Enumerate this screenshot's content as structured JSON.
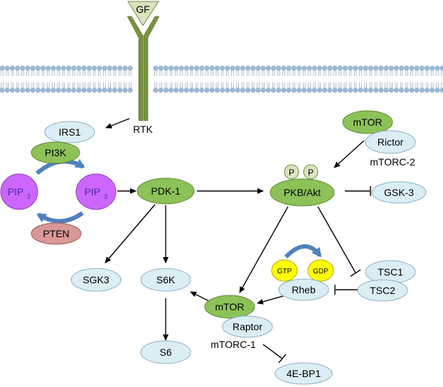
{
  "membrane": {
    "receptor_label": "RTK",
    "ligand_label": "GF"
  },
  "nodes": {
    "irs1": "IRS1",
    "pi3k": "PI3K",
    "pip2_main": "PIP",
    "pip2_sub": "2",
    "pip3_main": "PIP",
    "pip3_sub": "3",
    "pten": "PTEN",
    "pdk1": "PDK-1",
    "pkb_akt": "PKB/Akt",
    "phospho_1": "P",
    "phospho_2": "P",
    "mtor_c2": "mTOR",
    "rictor": "Rictor",
    "mtorc2_label": "mTORC-2",
    "gsk3": "GSK-3",
    "sgk3": "SGK3",
    "s6k": "S6K",
    "s6": "S6",
    "gtp": "GTP",
    "gdp": "GDP",
    "rheb": "Rheb",
    "tsc1": "TSC1",
    "tsc2": "TSC2",
    "mtor_c1": "mTOR",
    "raptor": "Raptor",
    "mtorc1_label": "mTORC-1",
    "ebp1": "4E-BP1"
  },
  "colors": {
    "green_node": "#8cc257",
    "light_blue_node": "#dbeef4",
    "purple_node": "#cc66ff",
    "pink_node": "#d99795",
    "yellow_node": "#ffff00",
    "receptor_green": "#77933c",
    "ligand_green": "#d7e4bd",
    "membrane_blue": "#9bbbd9",
    "cycle_arrow_blue": "#4f81bd"
  }
}
